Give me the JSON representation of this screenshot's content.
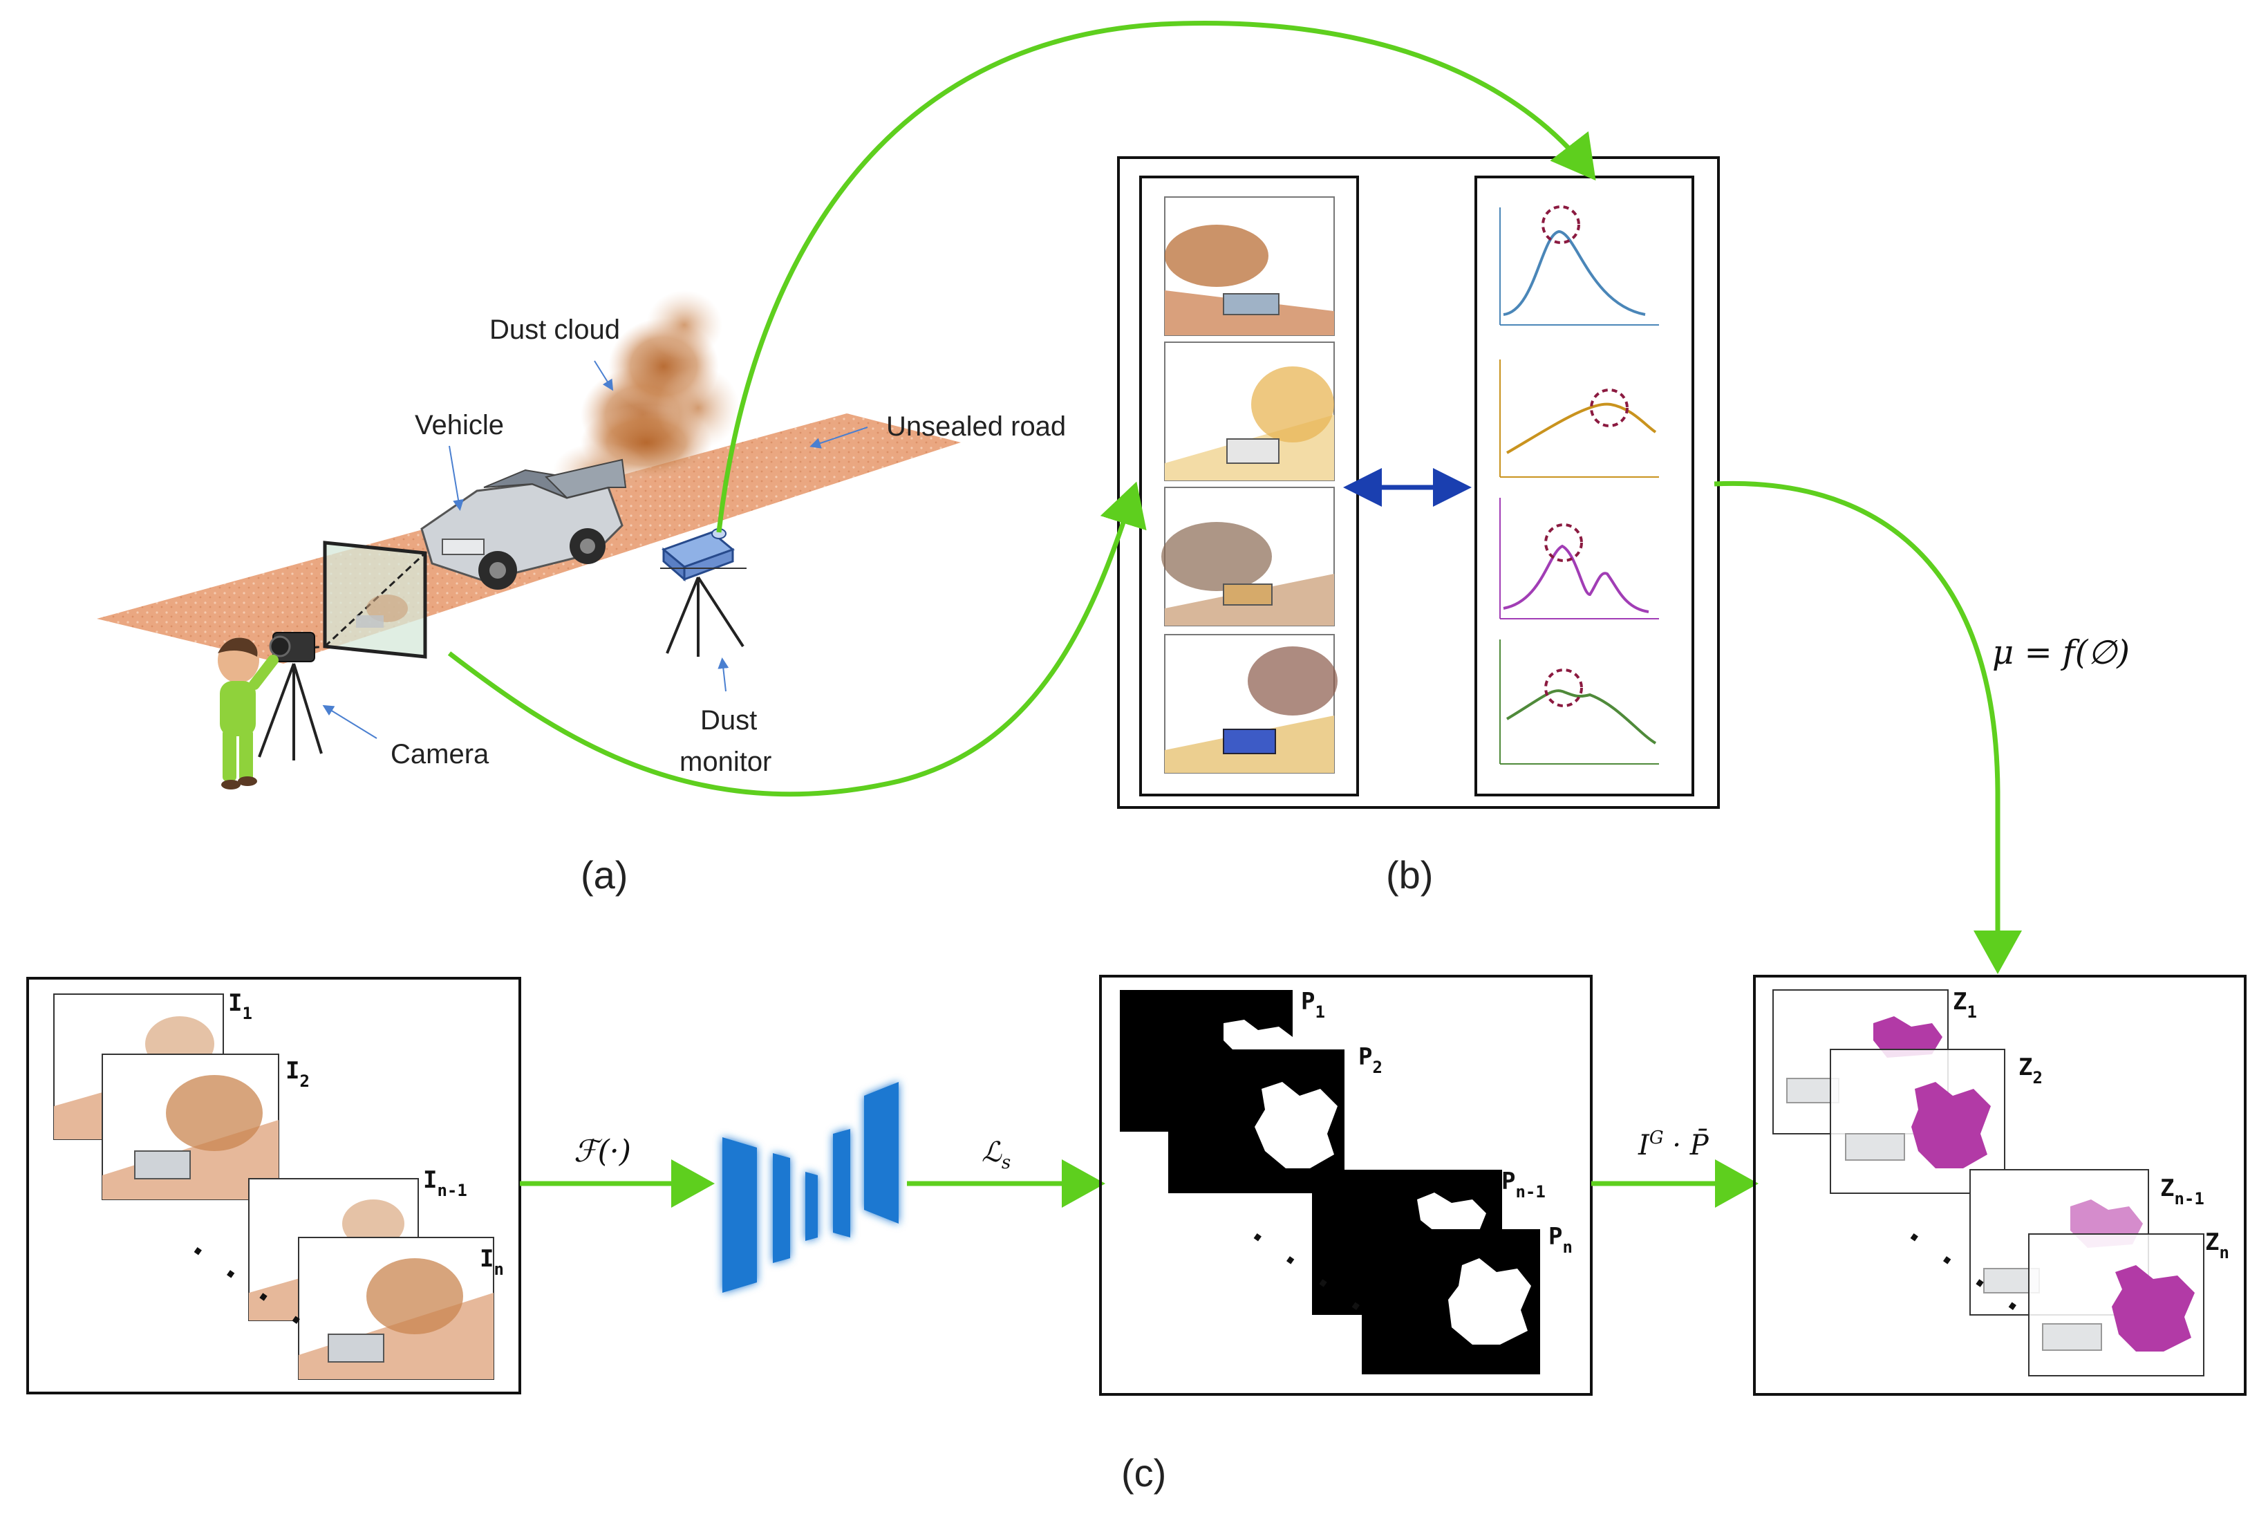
{
  "panel_a": {
    "caption": "(a)",
    "labels": {
      "dust_cloud": "Dust cloud",
      "vehicle": "Vehicle",
      "unsealed_road": "Unsealed road",
      "camera": "Camera",
      "dust_monitor_line1": "Dust",
      "dust_monitor_line2": "monitor"
    }
  },
  "panel_b": {
    "caption": "(b)",
    "curve_colors": [
      "#4a86b8",
      "#c9931e",
      "#a13db5",
      "#4f8a3a"
    ],
    "image_tints": [
      "#c98a5a",
      "#e8b656",
      "#8a6a52",
      "#8a5a4a"
    ]
  },
  "mu_formula": "μ = f(∅)",
  "panel_c": {
    "caption": "(c)",
    "input_labels": {
      "i1_main": "I",
      "i1_sub": "1",
      "i2_main": "I",
      "i2_sub": "2",
      "in1_main": "I",
      "in1_sub": "n-1",
      "in_main": "I",
      "in_sub": "n"
    },
    "mask_labels": {
      "p1_main": "P",
      "p1_sub": "1",
      "p2_main": "P",
      "p2_sub": "2",
      "pn1_main": "P",
      "pn1_sub": "n-1",
      "pn_main": "P",
      "pn_sub": "n"
    },
    "overlay_labels": {
      "z1_main": "Z",
      "z1_sub": "1",
      "z2_main": "Z",
      "z2_sub": "2",
      "zn1_main": "Z",
      "zn1_sub": "n-1",
      "zn_main": "Z",
      "zn_sub": "n"
    },
    "operator_f": "ℱ(·)",
    "loss": "ℒ",
    "loss_sub": "s",
    "combine": "I",
    "combine_sup": "G",
    "combine_rest": " · P̄",
    "ellipsis": ". . . ."
  },
  "colors": {
    "arrow_green": "#5ecf1e",
    "arrow_blue": "#1a3fb0",
    "network_blue": "#1f78d1",
    "road": "#e8a57e",
    "mask_magenta": "#b23aa6"
  }
}
